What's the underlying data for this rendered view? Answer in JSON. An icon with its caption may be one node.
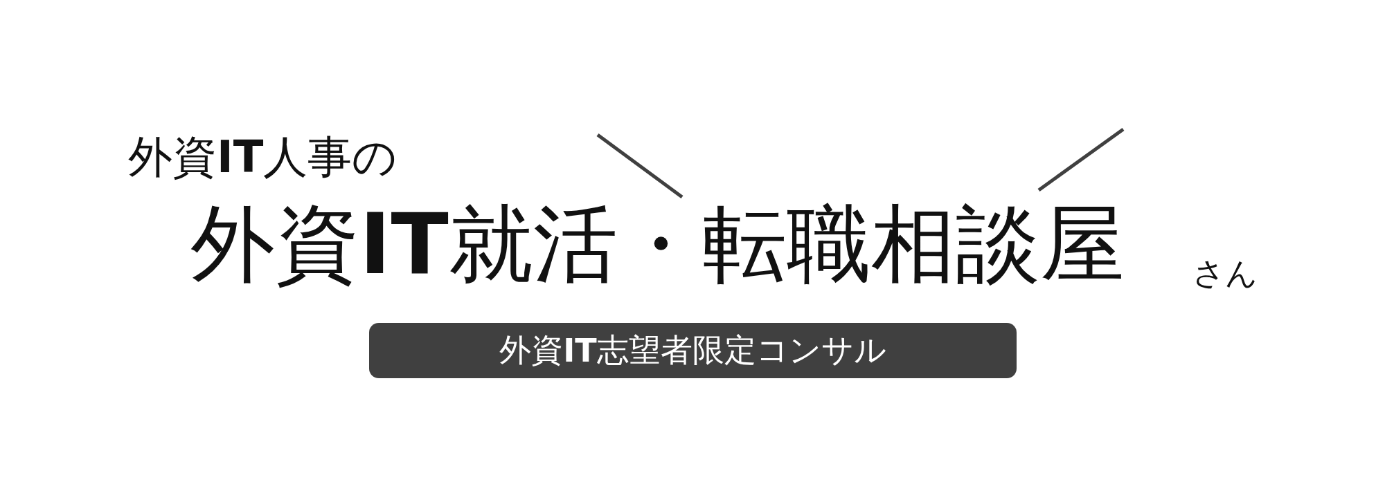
{
  "diagram": {
    "nodes": [
      {
        "text": [
          "外資**IT**志望者限定コンサル"
        ]
      }
    ],
    "edges": [],
    "labels": [
      "外資**IT**人事の",
      "外資**IT**就活・転職相談屋",
      "さん"
    ]
  }
}
